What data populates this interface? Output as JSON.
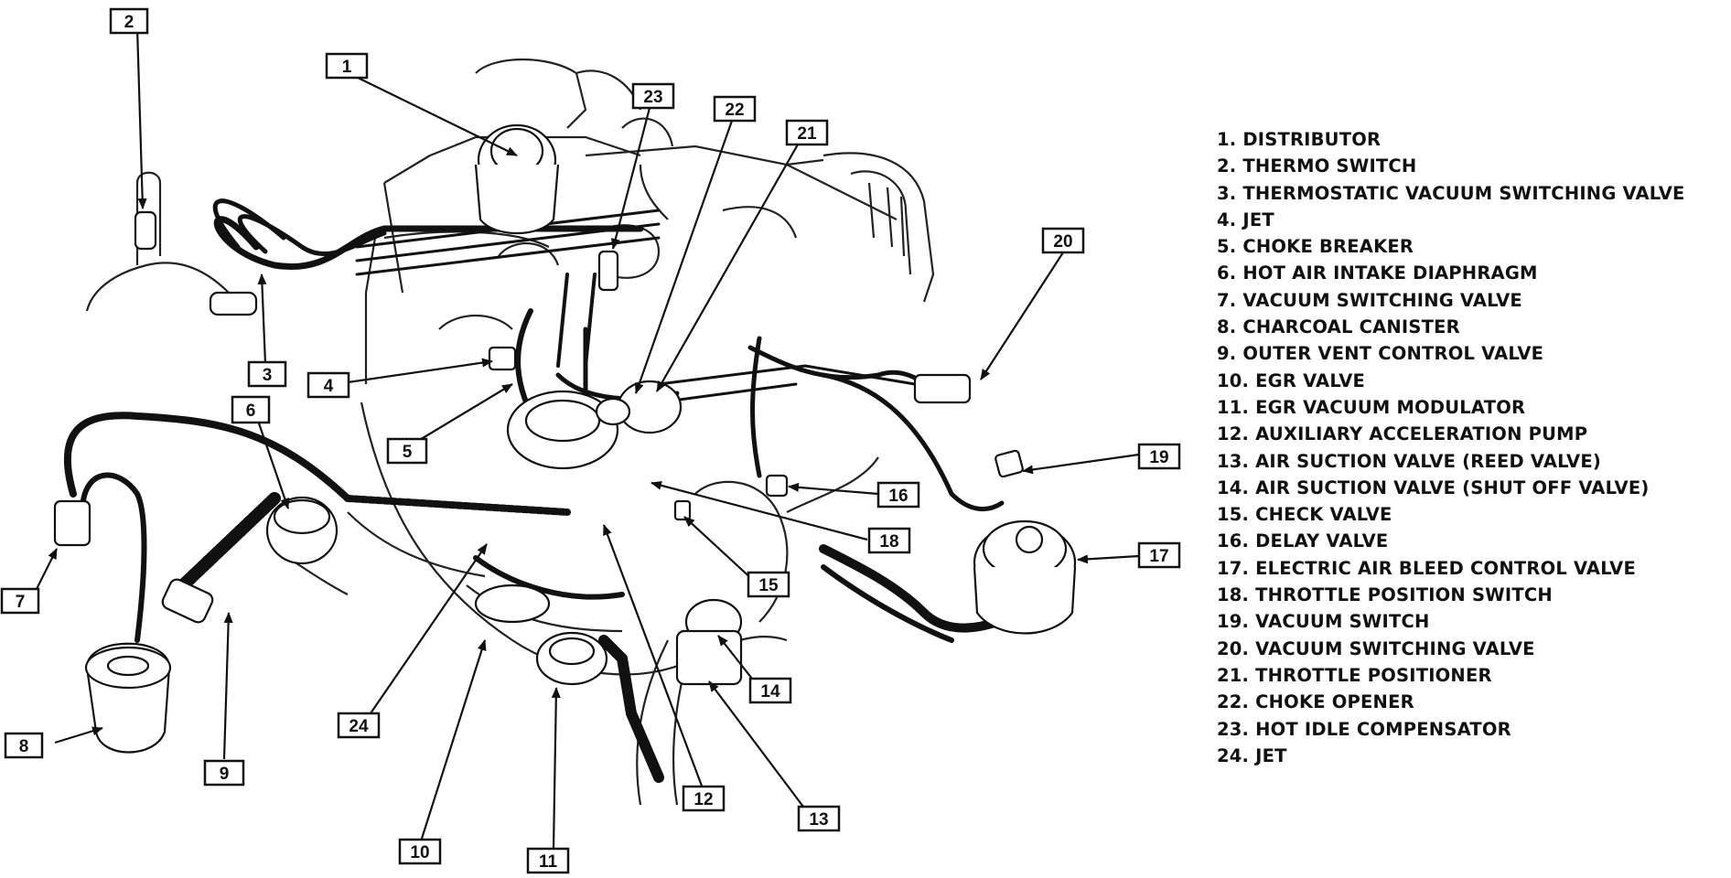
{
  "callouts": [
    {
      "num": "1"
    },
    {
      "num": "2"
    },
    {
      "num": "3"
    },
    {
      "num": "4"
    },
    {
      "num": "5"
    },
    {
      "num": "6"
    },
    {
      "num": "7"
    },
    {
      "num": "8"
    },
    {
      "num": "9"
    },
    {
      "num": "10"
    },
    {
      "num": "11"
    },
    {
      "num": "12"
    },
    {
      "num": "13"
    },
    {
      "num": "14"
    },
    {
      "num": "15"
    },
    {
      "num": "16"
    },
    {
      "num": "17"
    },
    {
      "num": "18"
    },
    {
      "num": "19"
    },
    {
      "num": "20"
    },
    {
      "num": "21"
    },
    {
      "num": "22"
    },
    {
      "num": "23"
    },
    {
      "num": "24"
    }
  ],
  "legend": [
    "1. DISTRIBUTOR",
    "2. THERMO SWITCH",
    "3. THERMOSTATIC VACUUM SWITCHING VALVE",
    "4. JET",
    "5. CHOKE BREAKER",
    "6. HOT AIR INTAKE DIAPHRAGM",
    "7. VACUUM SWITCHING VALVE",
    "8. CHARCOAL CANISTER",
    "9. OUTER VENT CONTROL VALVE",
    "10. EGR VALVE",
    "11. EGR VACUUM MODULATOR",
    "12. AUXILIARY ACCELERATION PUMP",
    "13. AIR SUCTION VALVE (REED VALVE)",
    "14. AIR SUCTION VALVE (SHUT OFF VALVE)",
    "15. CHECK VALVE",
    "16. DELAY VALVE",
    "17. ELECTRIC AIR BLEED CONTROL VALVE",
    "18. THROTTLE POSITION SWITCH",
    "19. VACUUM SWITCH",
    "20. VACUUM SWITCHING VALVE",
    "21. THROTTLE POSITIONER",
    "22. CHOKE OPENER",
    "23. HOT IDLE COMPENSATOR",
    "24. JET"
  ]
}
